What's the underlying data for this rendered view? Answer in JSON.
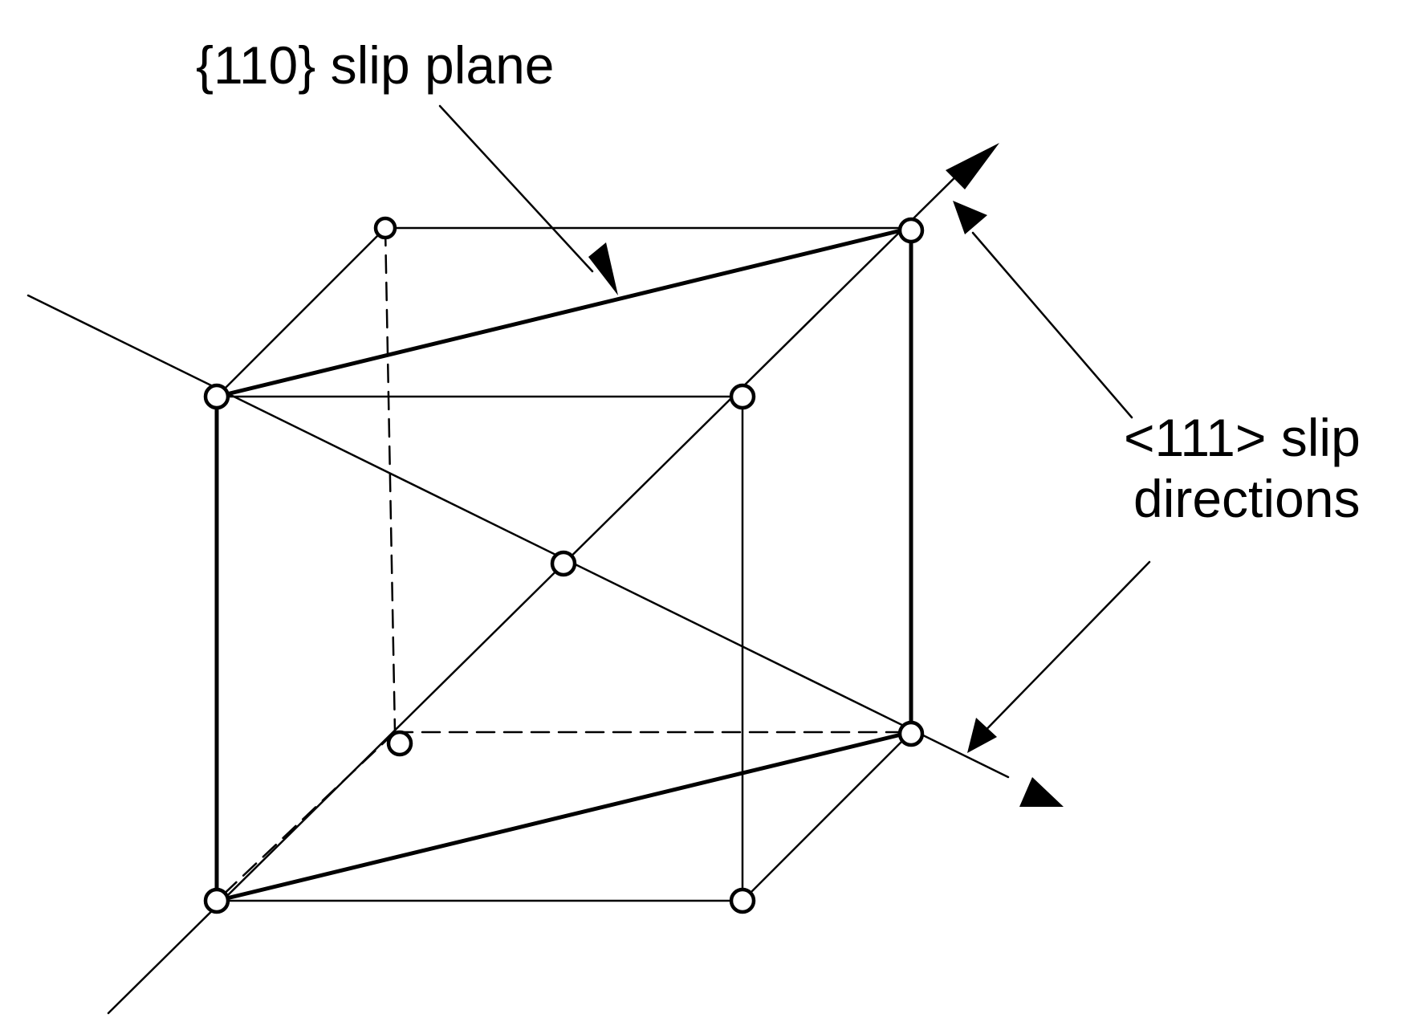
{
  "labels": {
    "slip_plane": "{110} slip plane",
    "slip_directions_line1": "<111> slip",
    "slip_directions_line2": "directions"
  },
  "colors": {
    "ink": "#000000",
    "background": "#ffffff"
  }
}
